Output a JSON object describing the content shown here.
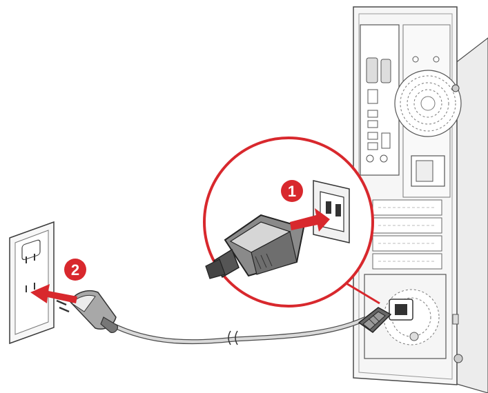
{
  "figure": {
    "steps": [
      {
        "number": "1"
      },
      {
        "number": "2"
      }
    ]
  },
  "colors": {
    "accent": "#d8282d",
    "outline": "#3a3a3a",
    "chassis": "#f4f4f4",
    "chassis_shade": "#e2e2e2",
    "cable": "#c9c9c9",
    "plug_dark": "#555555",
    "plug_light": "#9a9a9a"
  },
  "icons": {
    "step_badge": "numbered-circle-badge",
    "direction": "arrow-icon",
    "zoom": "magnifier-circle"
  }
}
